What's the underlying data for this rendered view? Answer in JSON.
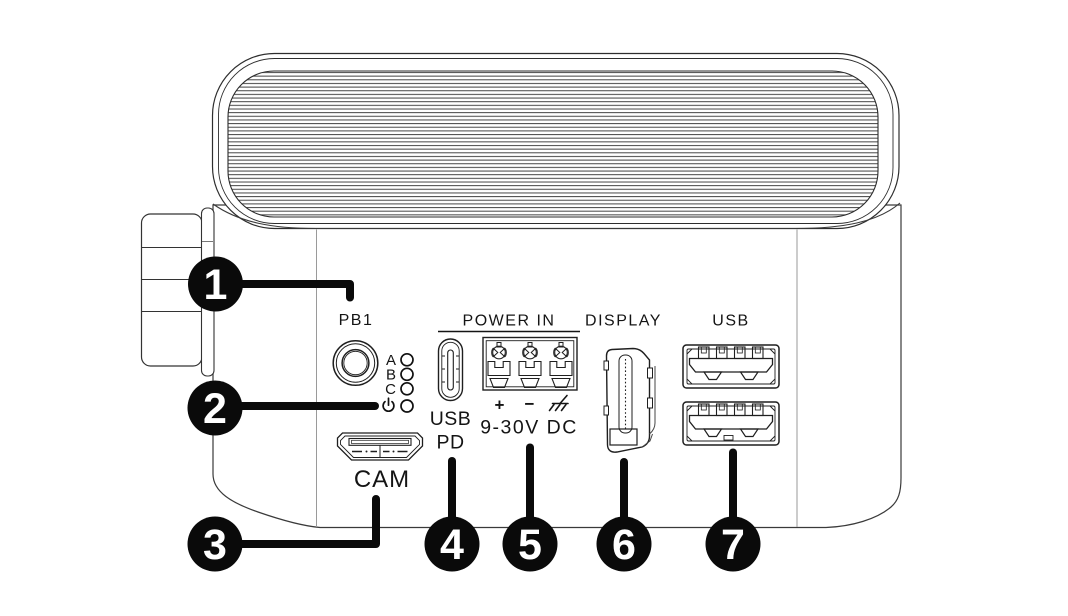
{
  "device_panel": {
    "button": {
      "label": "PB1"
    },
    "status_leds": {
      "a": "A",
      "b": "B",
      "c": "C",
      "power_icon": "power-symbol"
    },
    "cam": {
      "label": "CAM"
    },
    "usb_pd": {
      "line1": "USB",
      "line2": "PD"
    },
    "power_in": {
      "header": "POWER IN",
      "plus": "+",
      "minus": "−",
      "ground_icon": "chassis-ground-symbol",
      "voltage": "9-30V DC"
    },
    "display": {
      "header": "DISPLAY"
    },
    "usb": {
      "header": "USB"
    }
  },
  "callouts": [
    {
      "number": "1",
      "target": "PB1 push button"
    },
    {
      "number": "2",
      "target": "status LEDs"
    },
    {
      "number": "3",
      "target": "CAM port"
    },
    {
      "number": "4",
      "target": "USB PD port"
    },
    {
      "number": "5",
      "target": "9-30V DC power input terminal"
    },
    {
      "number": "6",
      "target": "DISPLAY port"
    },
    {
      "number": "7",
      "target": "USB ports"
    }
  ]
}
